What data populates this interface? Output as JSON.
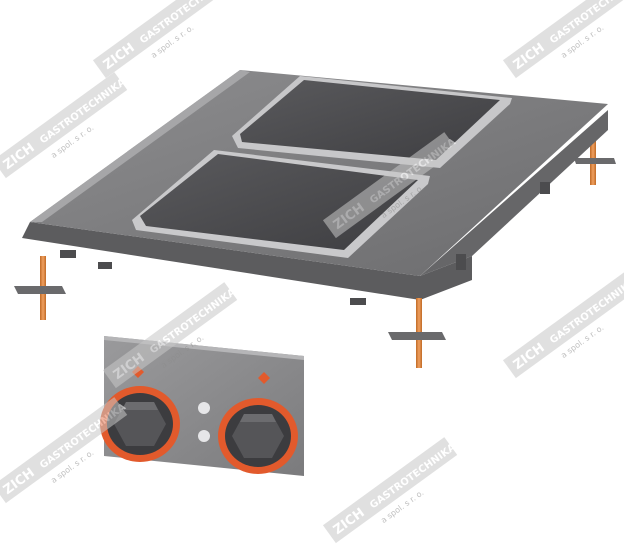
{
  "watermark": {
    "brand": "ZICH",
    "name": "GASTROTECHNIKA",
    "suffix": "a spol. s r. o."
  },
  "colors": {
    "steel_dark": "#6f6f70",
    "steel_mid": "#8d8d8f",
    "steel_light": "#b9b9bb",
    "plate": "#4a4a4d",
    "leg": "#e0832f",
    "knob": "#3c3c3f",
    "knob_ring": "#e25a2c",
    "watermark": "#d4d4d4"
  }
}
